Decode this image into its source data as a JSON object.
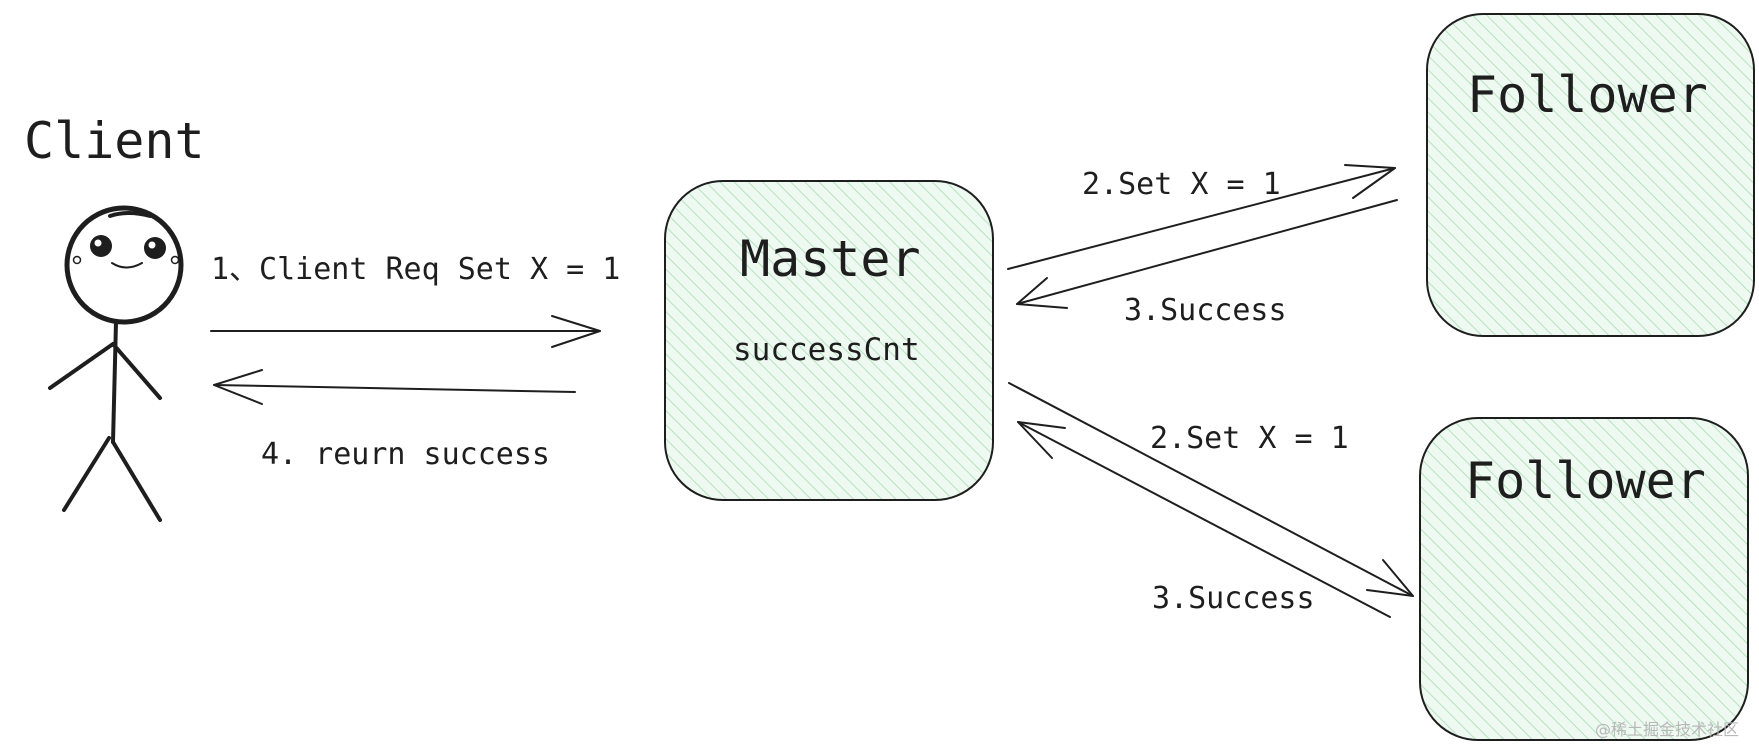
{
  "nodes": {
    "client": {
      "label": "Client"
    },
    "master": {
      "label": "Master",
      "field": "successCnt",
      "fill": "#d7f2dd"
    },
    "follower_top": {
      "label": "Follower",
      "fill": "#d7f2dd"
    },
    "follower_bottom": {
      "label": "Follower",
      "fill": "#d7f2dd"
    }
  },
  "edges": {
    "client_request": "1、Client Req Set X = 1",
    "return_success": "4. reurn success",
    "set_top": "2.Set X = 1",
    "success_top": "3.Success",
    "set_bottom": "2.Set X = 1",
    "success_bottom": "3.Success"
  },
  "watermark": "@稀土掘金技术社区",
  "colors": {
    "stroke": "#1e1e1e",
    "hatch": "#b7e2c0"
  }
}
